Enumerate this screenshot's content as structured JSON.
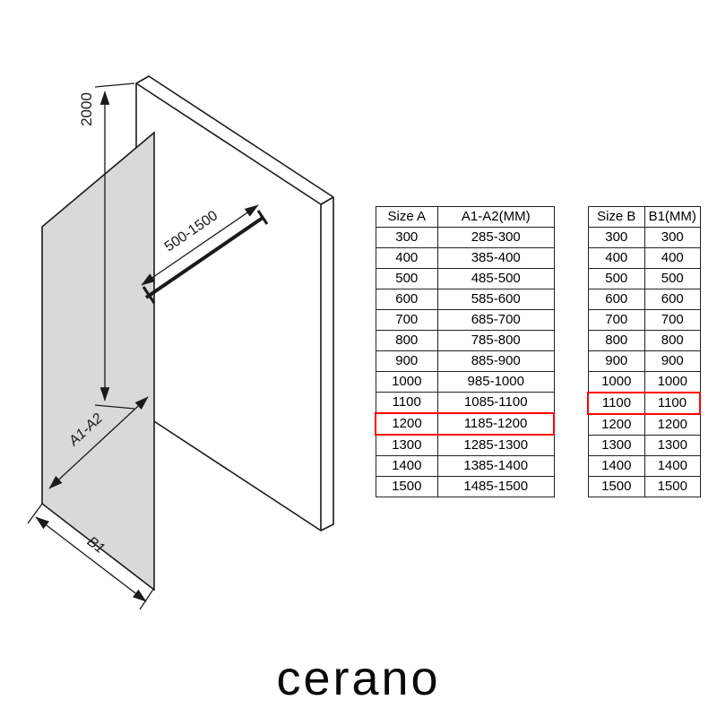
{
  "diagram": {
    "height_dimension": "2000",
    "bar_dimension": "500-1500",
    "width_dimension": "A1-A2",
    "depth_dimension": "B1"
  },
  "highlight_color": "#ff0000",
  "table_a": {
    "headers": [
      "Size A",
      "A1-A2(MM)"
    ],
    "rows": [
      [
        "300",
        "285-300"
      ],
      [
        "400",
        "385-400"
      ],
      [
        "500",
        "485-500"
      ],
      [
        "600",
        "585-600"
      ],
      [
        "700",
        "685-700"
      ],
      [
        "800",
        "785-800"
      ],
      [
        "900",
        "885-900"
      ],
      [
        "1000",
        "985-1000"
      ],
      [
        "1100",
        "1085-1100"
      ],
      [
        "1200",
        "1185-1200"
      ],
      [
        "1300",
        "1285-1300"
      ],
      [
        "1400",
        "1385-1400"
      ],
      [
        "1500",
        "1485-1500"
      ]
    ],
    "highlighted_row_index": 9
  },
  "table_b": {
    "headers": [
      "Size B",
      "B1(MM)"
    ],
    "rows": [
      [
        "300",
        "300"
      ],
      [
        "400",
        "400"
      ],
      [
        "500",
        "500"
      ],
      [
        "600",
        "600"
      ],
      [
        "700",
        "700"
      ],
      [
        "800",
        "800"
      ],
      [
        "900",
        "900"
      ],
      [
        "1000",
        "1000"
      ],
      [
        "1100",
        "1100"
      ],
      [
        "1200",
        "1200"
      ],
      [
        "1300",
        "1300"
      ],
      [
        "1400",
        "1400"
      ],
      [
        "1500",
        "1500"
      ]
    ],
    "highlighted_row_index": 8
  },
  "logo": {
    "text": "cerano"
  }
}
